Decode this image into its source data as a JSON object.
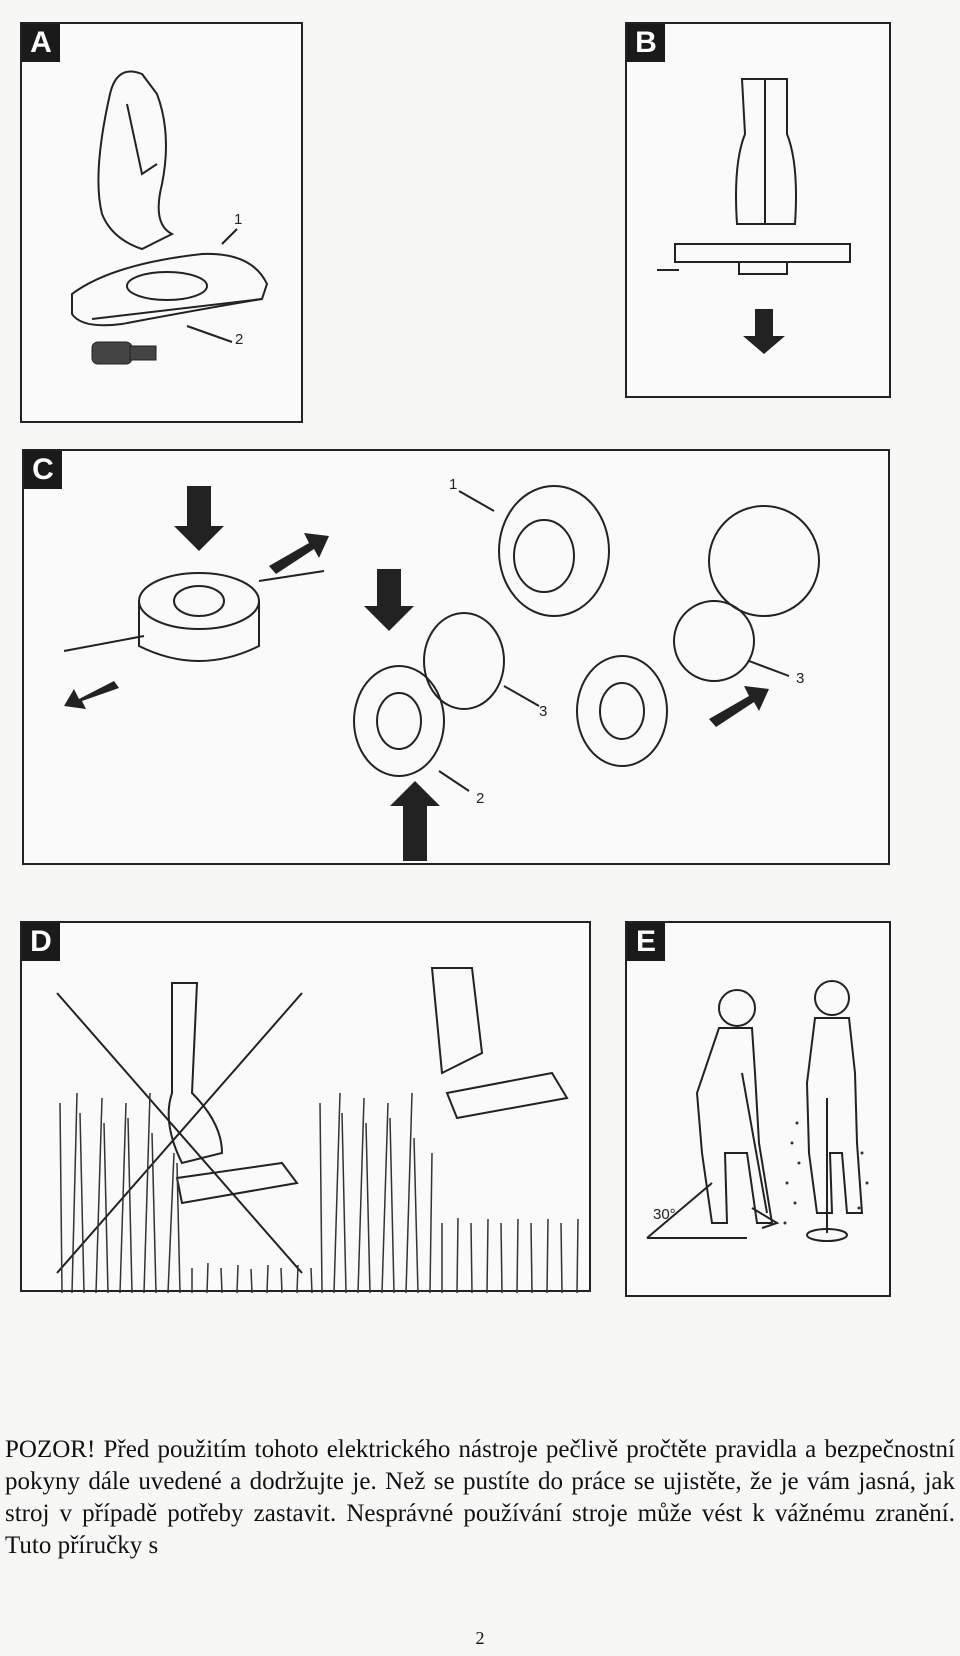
{
  "panels": {
    "a": {
      "letter": "A",
      "labels": [
        "1",
        "2"
      ]
    },
    "b": {
      "letter": "B"
    },
    "c": {
      "letter": "C",
      "labels": [
        "1",
        "3",
        "3",
        "2"
      ]
    },
    "d": {
      "letter": "D"
    },
    "e": {
      "letter": "E",
      "angle_label": "30°"
    }
  },
  "text": {
    "paragraph": "POZOR! Před použitím tohoto elektrického nástroje pečlivě pročtěte pravidla a bezpečnostní pokyny dále uvedené a dodržujte je. Než se pustíte do práce se ujistěte, že je vám jasná, jak stroj v případě potřeby zastavit. Nesprávné používání stroje může vést k vážnému zranění. Tuto příručky s",
    "page_number": "2"
  }
}
